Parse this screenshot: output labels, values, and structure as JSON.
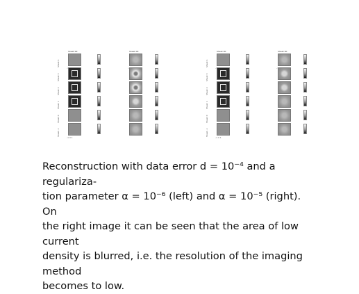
{
  "figures": [
    {
      "column_titles": [
        "Sheet 00",
        "Sheet 00"
      ],
      "row_labels": [
        "Sheet 4",
        "Sheet 3",
        "Sheet 2",
        "Sheet 1",
        "Sheet 0",
        "Sheet -1"
      ],
      "tick_labels": "-1    0    1"
    },
    {
      "column_titles": [
        "Sheet 00",
        "Sheet 00"
      ],
      "row_labels": [
        "Sheet 4",
        "Sheet 3",
        "Sheet 2",
        "Sheet 1",
        "Sheet 0",
        "Sheet -1"
      ],
      "tick_labels": "-1    0    1"
    }
  ],
  "caption": {
    "line1": "Reconstruction with data error d = 10⁻⁴ and a regulariza-",
    "line2": "tion parameter α = 10⁻⁶ (left) and α = 10⁻⁵ (right).  On",
    "line3": "the right image it can be seen that the area of low current",
    "line4": "density is blurred, i.e. the resolution of the imaging method",
    "line5": "becomes to low."
  }
}
